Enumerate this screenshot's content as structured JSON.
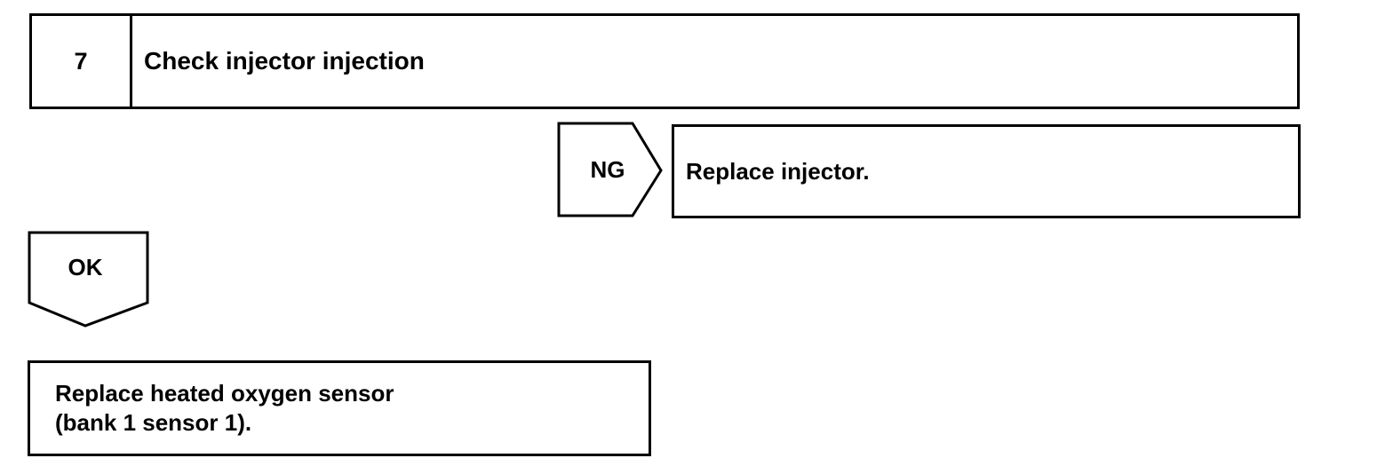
{
  "step": {
    "number": "7",
    "title": "Check injector injection"
  },
  "ng_branch": {
    "label": "NG",
    "action": "Replace injector."
  },
  "ok_branch": {
    "label": "OK"
  },
  "final_action": {
    "line1": "Replace heated oxygen sensor",
    "line2": "(bank 1 sensor 1)."
  }
}
